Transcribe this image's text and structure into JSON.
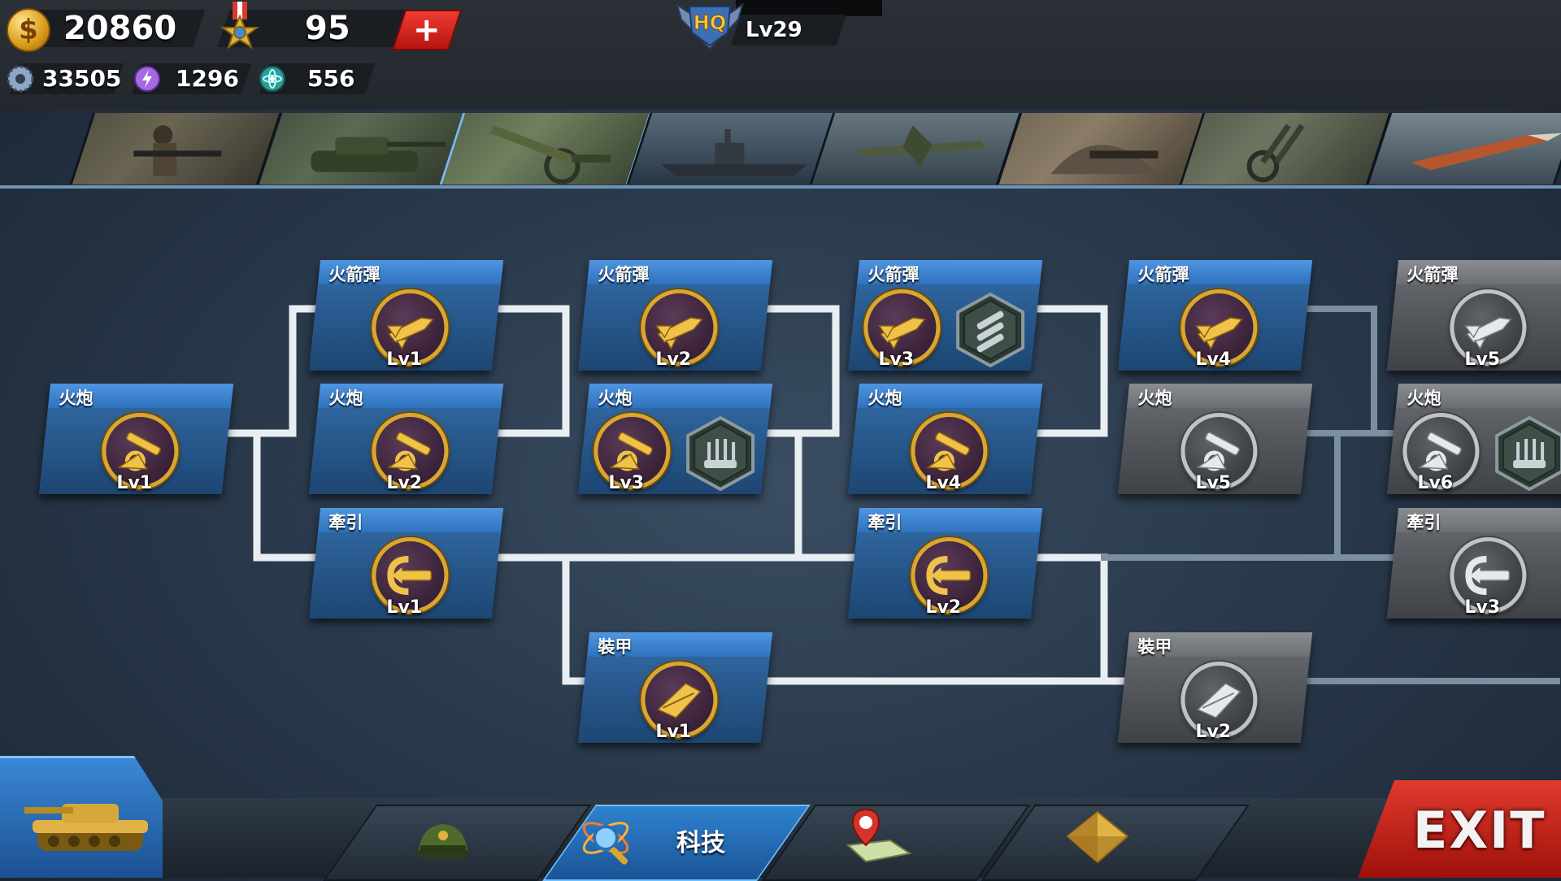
{
  "resources": {
    "gold": "20860",
    "medals": "95",
    "gears": "33505",
    "energy": "1296",
    "atoms": "556"
  },
  "hq": {
    "badge": "HQ",
    "level": "Lv29"
  },
  "categories": [
    "infantry",
    "tank",
    "artillery",
    "battleship",
    "aircraft",
    "bunker",
    "anti-air",
    "missile"
  ],
  "tree": {
    "nodes": [
      {
        "id": "cannon-1",
        "title": "火炮",
        "level": "Lv1",
        "type": "cannon",
        "locked": false
      },
      {
        "id": "rocket-1",
        "title": "火箭彈",
        "level": "Lv1",
        "type": "rocket",
        "locked": false
      },
      {
        "id": "cannon-2",
        "title": "火炮",
        "level": "Lv2",
        "type": "cannon",
        "locked": false
      },
      {
        "id": "tow-1",
        "title": "牽引",
        "level": "Lv1",
        "type": "tow",
        "locked": false
      },
      {
        "id": "rocket-2",
        "title": "火箭彈",
        "level": "Lv2",
        "type": "rocket",
        "locked": false
      },
      {
        "id": "cannon-3",
        "title": "火炮",
        "level": "Lv3",
        "type": "cannon",
        "locked": false
      },
      {
        "id": "armor-1",
        "title": "裝甲",
        "level": "Lv1",
        "type": "armor",
        "locked": false
      },
      {
        "id": "rocket-3",
        "title": "火箭彈",
        "level": "Lv3",
        "type": "rocket",
        "locked": false
      },
      {
        "id": "cannon-4",
        "title": "火炮",
        "level": "Lv4",
        "type": "cannon",
        "locked": false
      },
      {
        "id": "tow-2",
        "title": "牽引",
        "level": "Lv2",
        "type": "tow",
        "locked": false
      },
      {
        "id": "rocket-4",
        "title": "火箭彈",
        "level": "Lv4",
        "type": "rocket",
        "locked": false
      },
      {
        "id": "cannon-5",
        "title": "火炮",
        "level": "Lv5",
        "type": "cannon",
        "locked": true
      },
      {
        "id": "armor-2",
        "title": "裝甲",
        "level": "Lv2",
        "type": "armor",
        "locked": true
      },
      {
        "id": "rocket-5",
        "title": "火箭彈",
        "level": "Lv5",
        "type": "rocket",
        "locked": true
      },
      {
        "id": "cannon-6",
        "title": "火炮",
        "level": "Lv6",
        "type": "cannon",
        "locked": true
      },
      {
        "id": "tow-3",
        "title": "牽引",
        "level": "Lv3",
        "type": "tow",
        "locked": true
      }
    ]
  },
  "bottom_nav": {
    "tech_label": "科技",
    "exit_label": "EXIT"
  },
  "colors": {
    "node_blue": "#2a5d93",
    "node_header": "#4f95e0",
    "locked_gray": "#56595d",
    "badge_gold": "#d9a72f",
    "exit_red": "#c8241b"
  }
}
